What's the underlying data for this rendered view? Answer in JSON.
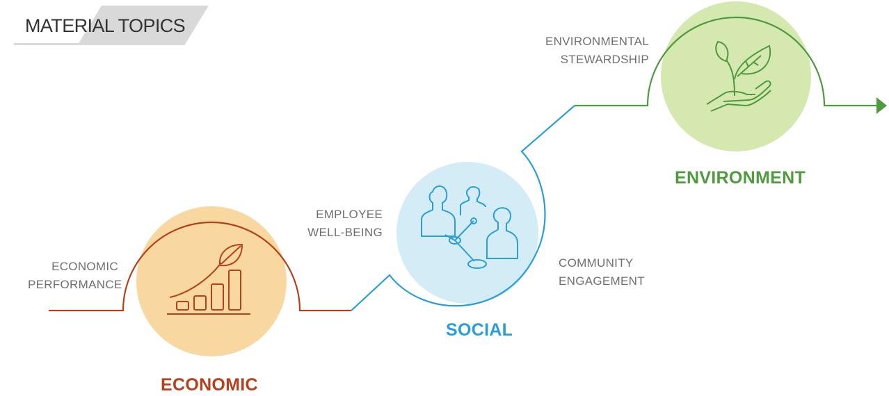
{
  "header": {
    "title": "MATERIAL TOPICS"
  },
  "pillars": {
    "economic": {
      "label": "ECONOMIC",
      "color": "#b5401c",
      "circle_color": "#f8d8a0",
      "icon": "growth-chart-icon"
    },
    "social": {
      "label": "SOCIAL",
      "color": "#2a9ed8",
      "circle_color": "#d3ecf6",
      "icon": "people-network-icon"
    },
    "environment": {
      "label": "ENVIRONMENT",
      "color": "#4e9a3c",
      "circle_color": "#d4e8b0",
      "icon": "plant-in-hand-icon"
    }
  },
  "topics": {
    "economic_performance": {
      "line1": "ECONOMIC",
      "line2": "PERFORMANCE"
    },
    "employee_wellbeing": {
      "line1": "EMPLOYEE",
      "line2": "WELL-BEING"
    },
    "community_engagement": {
      "line1": "COMMUNITY",
      "line2": "ENGAGEMENT"
    },
    "environmental_stewardship": {
      "line1": "ENVIRONMENTAL",
      "line2": "STEWARDSHIP"
    }
  }
}
